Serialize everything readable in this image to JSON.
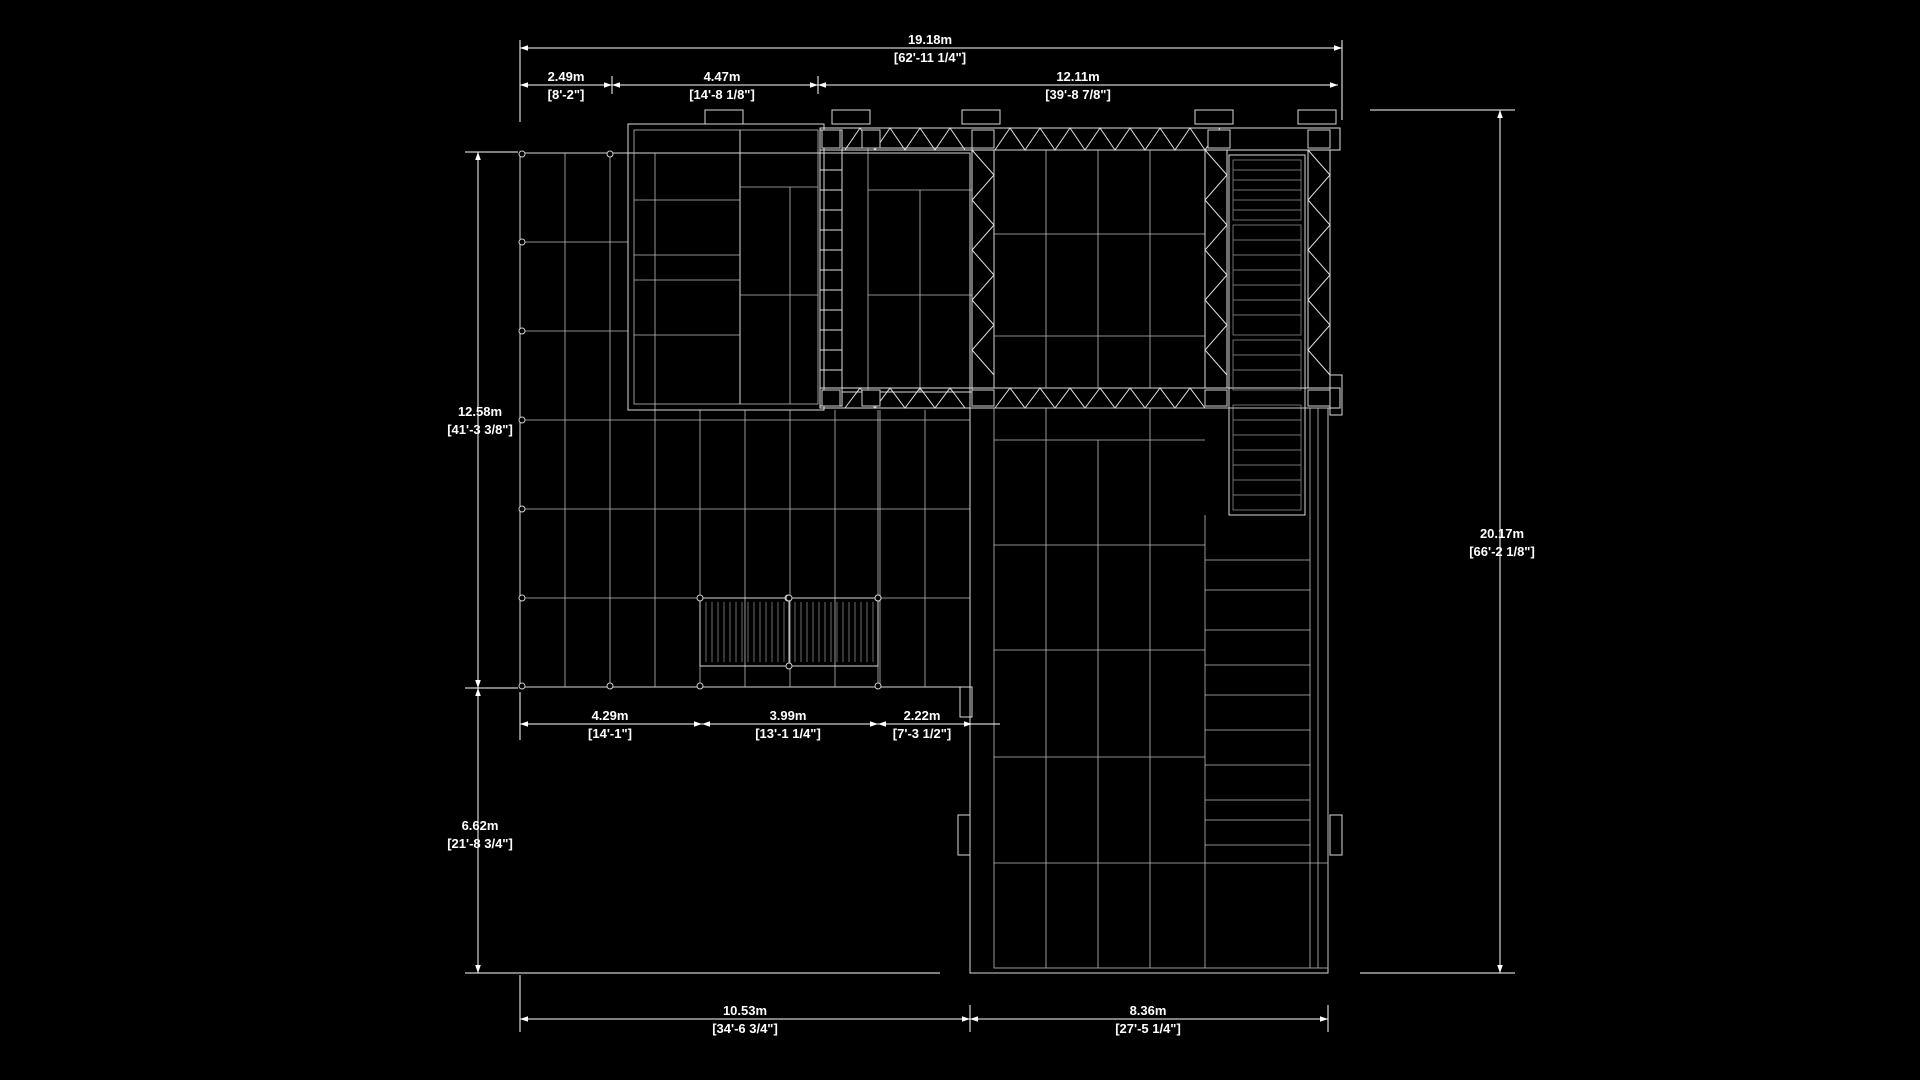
{
  "diagram": {
    "dimensions": {
      "overall_width": {
        "metric": "19.18m",
        "imperial": "[62'-11 1/4\"]"
      },
      "top_seg1": {
        "metric": "2.49m",
        "imperial": "[8'-2\"]"
      },
      "top_seg2": {
        "metric": "4.47m",
        "imperial": "[14'-8 1/8\"]"
      },
      "top_seg3": {
        "metric": "12.11m",
        "imperial": "[39'-8 7/8\"]"
      },
      "left_upper": {
        "metric": "12.58m",
        "imperial": "[41'-3 3/8\"]"
      },
      "left_lower": {
        "metric": "6.62m",
        "imperial": "[21'-8 3/4\"]"
      },
      "right_overall": {
        "metric": "20.17m",
        "imperial": "[66'-2 1/8\"]"
      },
      "mid_seg1": {
        "metric": "4.29m",
        "imperial": "[14'-1\"]"
      },
      "mid_seg2": {
        "metric": "3.99m",
        "imperial": "[13'-1 1/4\"]"
      },
      "mid_seg3": {
        "metric": "2.22m",
        "imperial": "[7'-3 1/2\"]"
      },
      "bottom_seg1": {
        "metric": "10.53m",
        "imperial": "[34'-6 3/4\"]"
      },
      "bottom_seg2": {
        "metric": "8.36m",
        "imperial": "[27'-5 1/4\"]"
      }
    },
    "colors": {
      "background": "#000000",
      "linework": "#ffffff"
    }
  }
}
